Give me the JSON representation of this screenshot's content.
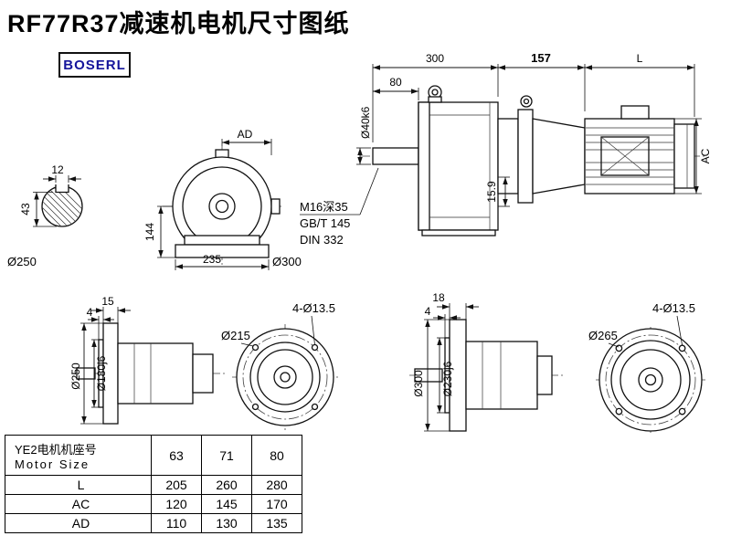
{
  "page": {
    "title": "RF77R37减速机电机尺寸图纸",
    "brand": "BOSERL"
  },
  "main_view": {
    "dim_300": "300",
    "dim_157": "157",
    "dim_l": "L",
    "dim_80": "80",
    "shaft_dia": "Ø40k6",
    "dim_ac": "AC",
    "dim_15_9": "15.9"
  },
  "shaft_section": {
    "dim_12": "12",
    "dim_43": "43",
    "label_dia250": "Ø250"
  },
  "front_view": {
    "dim_ad": "AD",
    "dim_144": "144",
    "dim_235": "235",
    "label_dia300": "Ø300"
  },
  "notes": {
    "thread": "M16深35",
    "gb": "GB/T 145",
    "din": "DIN 332"
  },
  "flange_small": {
    "dim_15": "15",
    "dim_4": "4",
    "dia_outer": "Ø250",
    "dia_pilot": "Ø180j6",
    "dia_bolt": "Ø215",
    "holes": "4-Ø13.5"
  },
  "flange_large": {
    "dim_18": "18",
    "dim_4": "4",
    "dia_outer": "Ø300",
    "dia_pilot": "Ø230j6",
    "dia_bolt": "Ø265",
    "holes": "4-Ø13.5"
  },
  "table": {
    "header": {
      "title_cn": "YE2电机机座号",
      "title_en": "Motor Size",
      "sizes": [
        "63",
        "71",
        "80"
      ]
    },
    "rows": [
      {
        "label": "L",
        "values": [
          "205",
          "260",
          "280"
        ]
      },
      {
        "label": "AC",
        "values": [
          "120",
          "145",
          "170"
        ]
      },
      {
        "label": "AD",
        "values": [
          "110",
          "130",
          "135"
        ]
      }
    ]
  },
  "colors": {
    "line": "#111111",
    "brand_text": "#15159b"
  }
}
